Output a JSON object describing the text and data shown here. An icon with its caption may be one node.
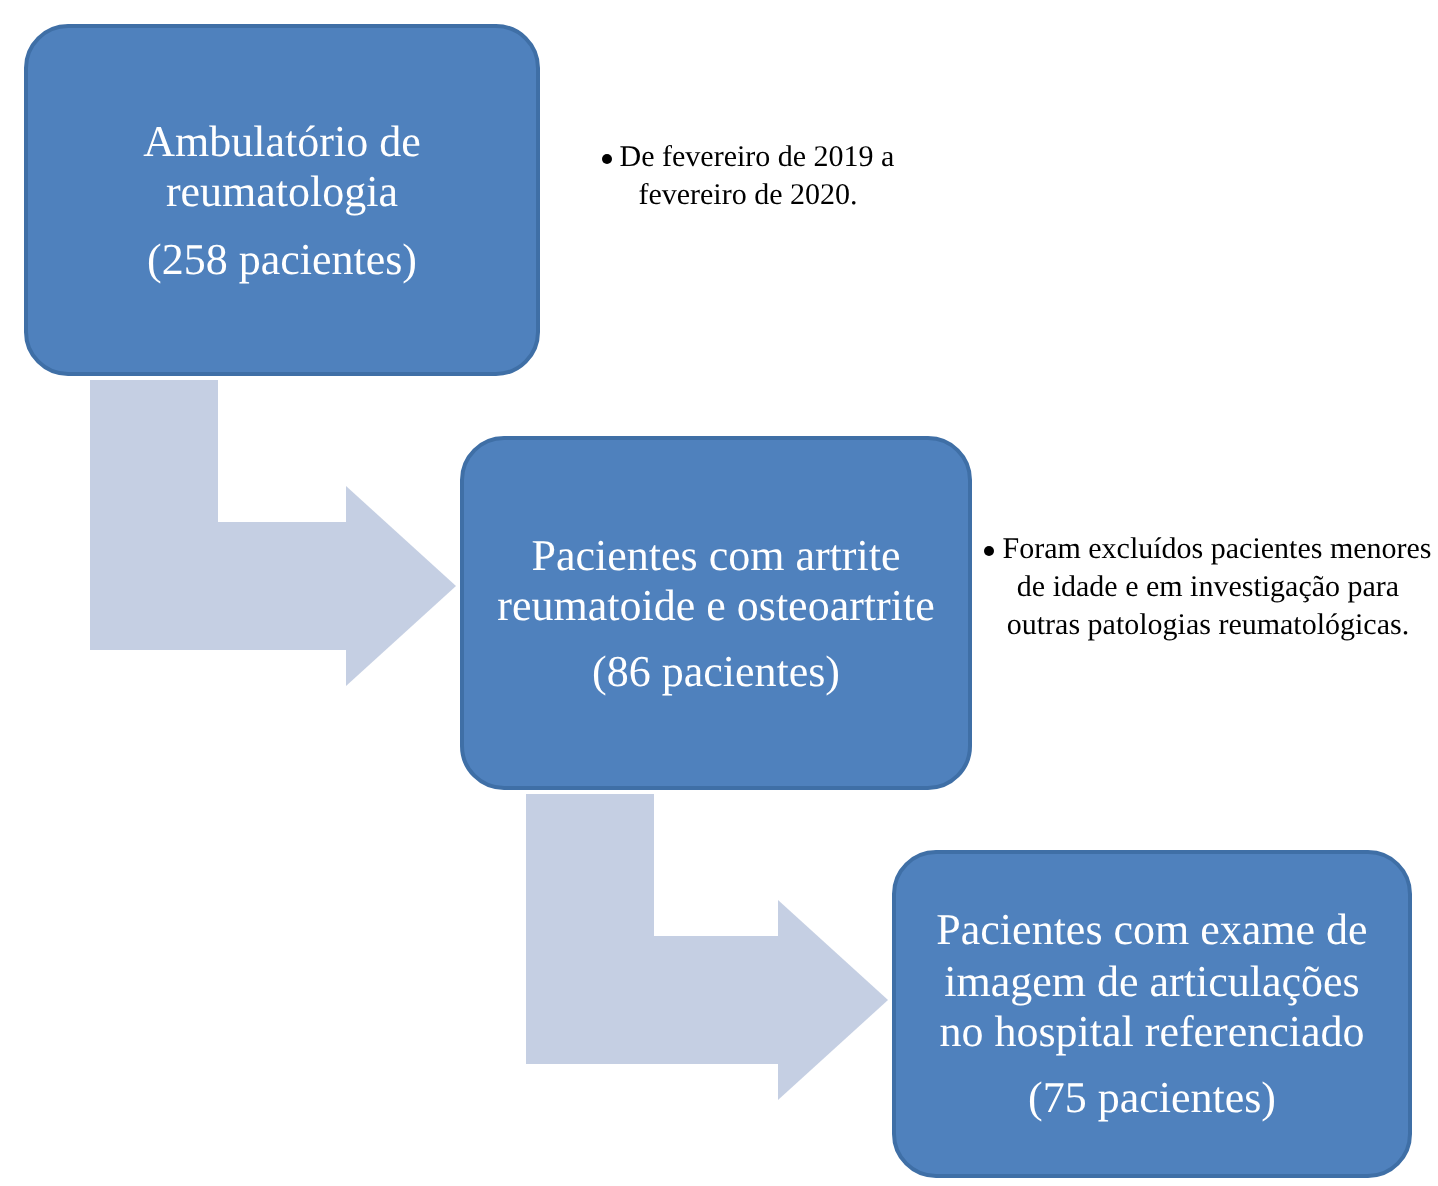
{
  "diagram": {
    "nodes": [
      {
        "text": [
          "Ambulatório de reumatologia",
          "(258 pacientes)"
        ],
        "beside": [
          "De fevereiro de 2019 a fevereiro de 2020."
        ]
      },
      {
        "text": [
          "Pacientes com artrite reumatoide e osteoartrite",
          "(86 pacientes)"
        ],
        "beside": [
          "Foram excluídos pacientes menores de idade e em investigação para outras patologias reumatológicas."
        ]
      },
      {
        "text": [
          "Pacientes com exame de imagem de articulações no hospital referenciado",
          "(75 pacientes)"
        ]
      }
    ],
    "edges": [
      {
        "from": 0,
        "to": 1,
        "arrow": "to"
      },
      {
        "from": 1,
        "to": 2,
        "arrow": "to"
      }
    ]
  }
}
